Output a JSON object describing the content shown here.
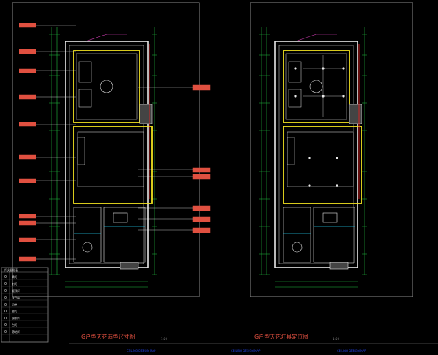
{
  "drawing": {
    "background": "#000000",
    "colors": {
      "frame": "#8a8a8a",
      "wall": "#e8e8e8",
      "ceiling": "#f0e020",
      "dim": "#20c040",
      "tag": "#e05040",
      "cyan": "#20c0e0",
      "red": "#e02020",
      "magenta": "#e040c0",
      "title": "#e05040",
      "footer": "#2040e0"
    }
  },
  "sheets": [
    {
      "title": "G户型天花造型尺寸图",
      "scale": "1:50"
    },
    {
      "title": "G户型天花灯具定位图",
      "scale": "1:50"
    }
  ],
  "legend": {
    "header": "灯具图例表",
    "rows": [
      "筒灯",
      "射灯",
      "吸顶灯",
      "排气扇",
      "灯带",
      "壁灯",
      "镜前灯",
      "台灯",
      "落地灯"
    ]
  },
  "footer": [
    "CEILING DESIGN MAP",
    "CEILING DESIGN MAP",
    "CEILING DESIGN MAP"
  ]
}
